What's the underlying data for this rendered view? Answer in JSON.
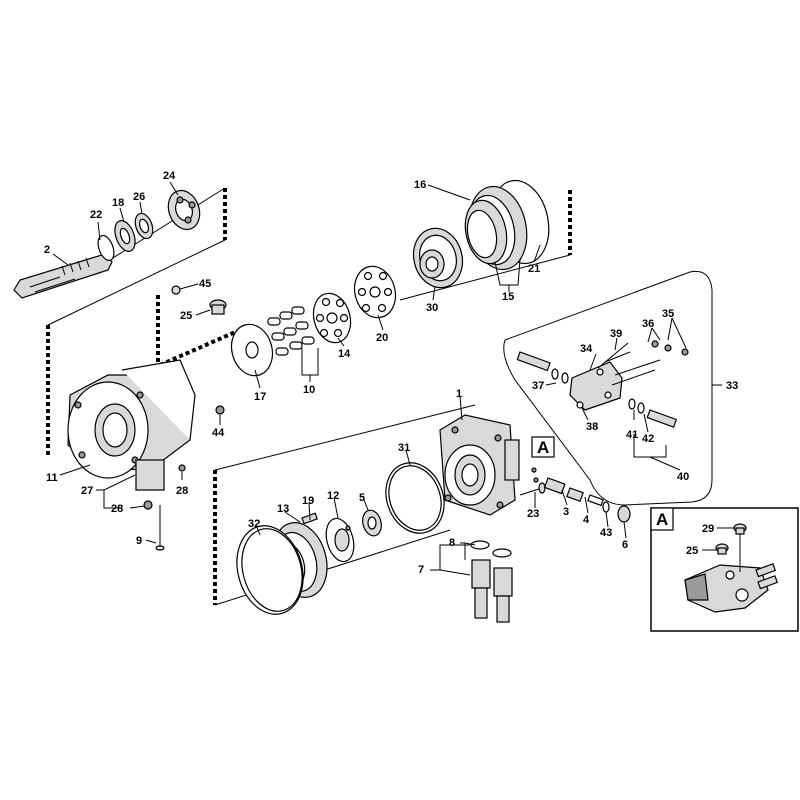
{
  "callouts": [
    "2",
    "22",
    "18",
    "26",
    "24",
    "45",
    "25",
    "17",
    "10",
    "14",
    "20",
    "30",
    "16",
    "15",
    "21",
    "11",
    "27",
    "28",
    "28",
    "9",
    "44",
    "13",
    "19",
    "12",
    "5",
    "32",
    "31",
    "1",
    "8",
    "7",
    "23",
    "3",
    "4",
    "43",
    "6",
    "34",
    "39",
    "36",
    "35",
    "37",
    "38",
    "41",
    "42",
    "40",
    "33"
  ],
  "detail_box": {
    "marker": "A",
    "callouts": [
      "29",
      "25"
    ]
  },
  "view_marker": "A"
}
